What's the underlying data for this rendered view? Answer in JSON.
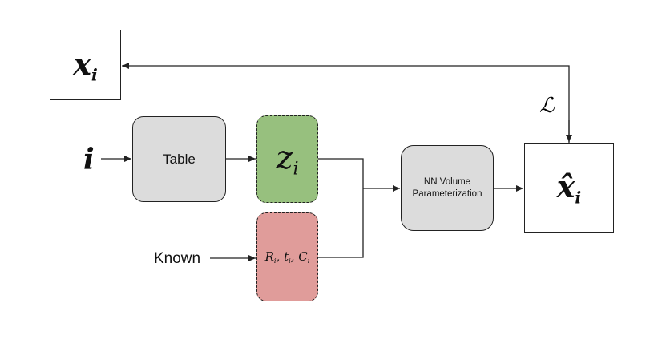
{
  "nodes": {
    "x_i": {
      "symbol": "x",
      "subscript": "i"
    },
    "table": {
      "label": "Table"
    },
    "z_i": {
      "symbol": "z",
      "subscript": "i",
      "color": "#97c07e"
    },
    "pose": {
      "label": "R_i, t_i, C_i",
      "color": "#e09c9a"
    },
    "nn": {
      "line1": "NN Volume",
      "line2": "Parameterization"
    },
    "x_hat": {
      "symbol": "x̂",
      "subscript": "i"
    }
  },
  "inputs": {
    "index": "i",
    "known": "Known"
  },
  "loss": {
    "symbol": "ℒ"
  },
  "colors": {
    "stroke": "#222222",
    "gray_fill": "#dcdcdc",
    "green_fill": "#97c07e",
    "red_fill": "#e09c9a"
  }
}
